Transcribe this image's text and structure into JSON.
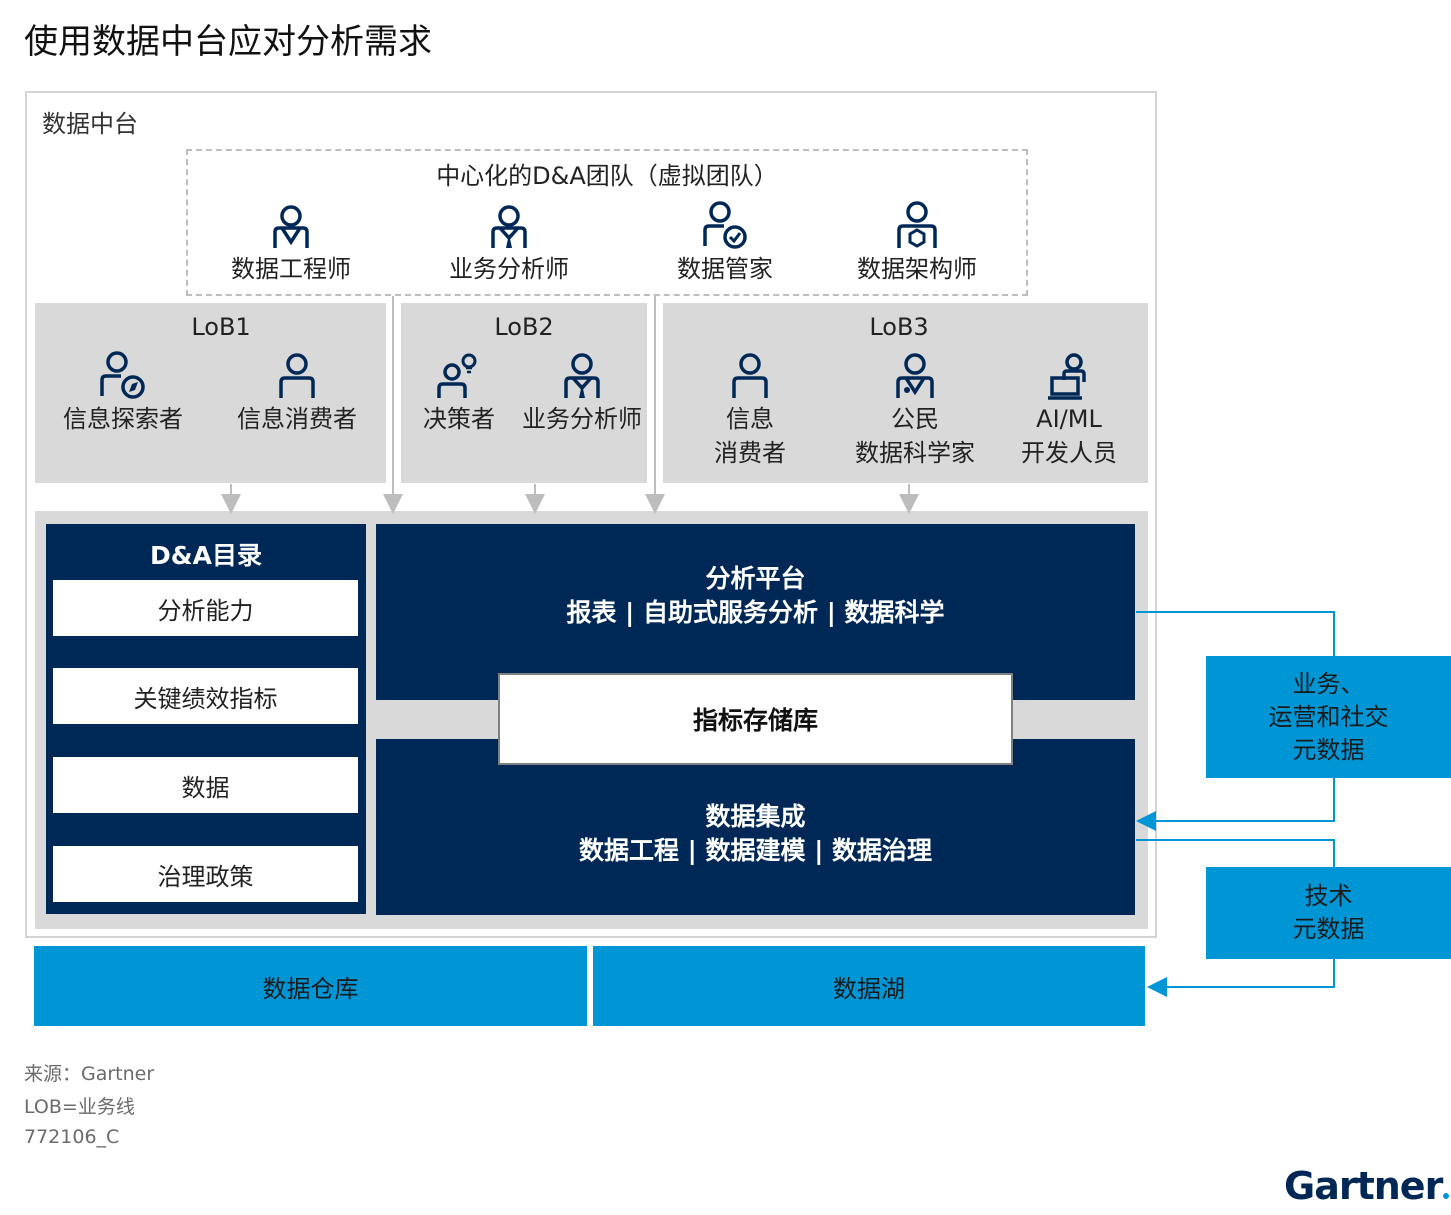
{
  "title": "使用数据中台应对分析需求",
  "platform_label": "数据中台",
  "central_team": {
    "title": "中心化的D&A团队（虚拟团队）",
    "roles": [
      {
        "label": "数据工程师",
        "icon": "person-engineer-icon"
      },
      {
        "label": "业务分析师",
        "icon": "person-analyst-icon"
      },
      {
        "label": "数据管家",
        "icon": "person-check-icon"
      },
      {
        "label": "数据架构师",
        "icon": "person-architect-icon"
      }
    ]
  },
  "lobs": [
    {
      "title": "LoB1",
      "roles": [
        {
          "label": "信息探索者",
          "icon": "person-compass-icon"
        },
        {
          "label": "信息消费者",
          "icon": "person-icon"
        }
      ]
    },
    {
      "title": "LoB2",
      "roles": [
        {
          "label": "决策者",
          "icon": "person-idea-icon"
        },
        {
          "label": "业务分析师",
          "icon": "person-analyst-icon"
        }
      ]
    },
    {
      "title": "LoB3",
      "roles": [
        {
          "label_lines": [
            "信息",
            "消费者"
          ],
          "icon": "person-icon"
        },
        {
          "label_lines": [
            "公民",
            "数据科学家"
          ],
          "icon": "person-scientist-icon"
        },
        {
          "label_lines": [
            "AI/ML",
            "开发人员"
          ],
          "icon": "person-laptop-icon"
        }
      ]
    }
  ],
  "catalog": {
    "title": "D&A目录",
    "items": [
      "分析能力",
      "关键绩效指标",
      "数据",
      "治理政策"
    ]
  },
  "analytics": {
    "line1": "分析平台",
    "line2": "报表 | 自助式服务分析 | 数据科学"
  },
  "metrics_store": "指标存储库",
  "integration": {
    "line1": "数据集成",
    "line2": "数据工程 | 数据建模 | 数据治理"
  },
  "business_metadata": [
    "业务、",
    "运营和社交",
    "元数据"
  ],
  "technical_metadata": [
    "技术",
    "元数据"
  ],
  "storage": {
    "warehouse": "数据仓库",
    "lake": "数据湖"
  },
  "footer": {
    "source": "来源：Gartner",
    "note": "LOB=业务线",
    "id": "772106_C"
  },
  "logo": "Gartner",
  "colors": {
    "navy": "#002856",
    "cyan": "#0096d6",
    "grey": "#d9d9d9"
  }
}
